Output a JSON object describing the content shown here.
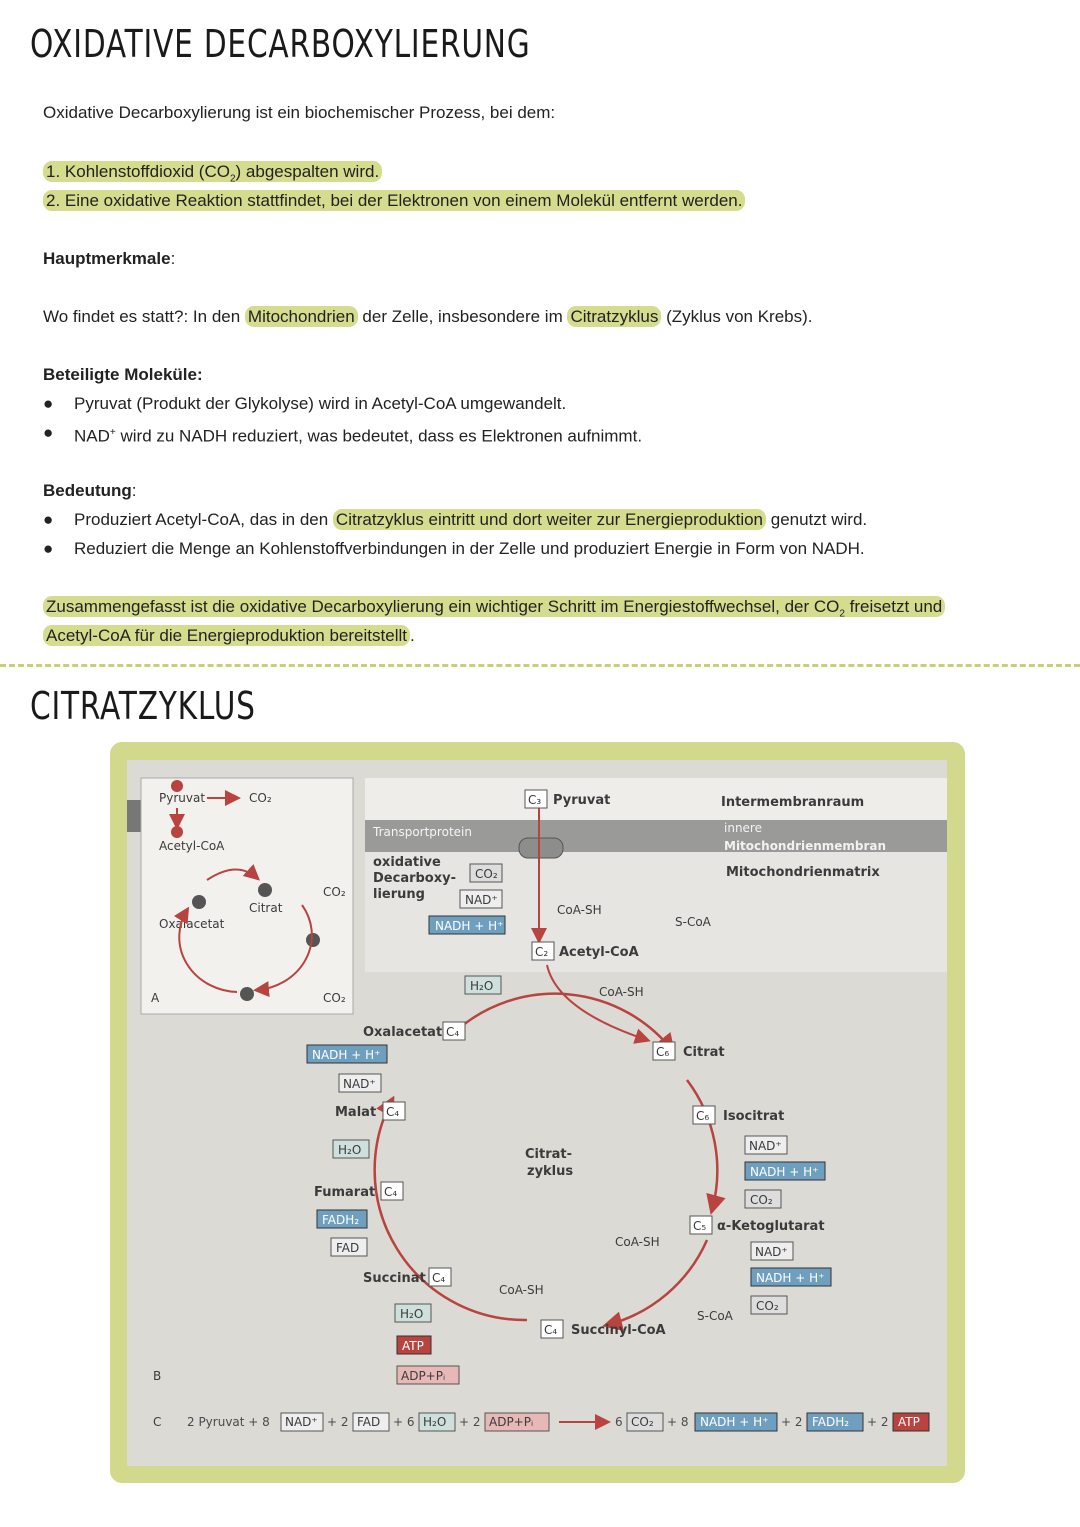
{
  "section1": {
    "heading": "OXIDATIVE DECARBOXYLIERUNG",
    "intro": "Oxidative Decarboxylierung ist ein biochemischer Prozess, bei dem:",
    "step1_a": "1. Kohlenstoffdioxid (CO",
    "step1_sub": "2",
    "step1_b": ") abgespalten wird.",
    "step2": "2. Eine oxidative Reaktion stattfindet, bei der Elektronen von einem Molekül entfernt werden.",
    "features_label": "Hauptmerkmale",
    "where_prefix": "Wo findet es statt?: In den ",
    "where_mito": "Mitochondrien",
    "where_mid": " der Zelle, insbesondere im ",
    "where_citrate": "Citratzyklus",
    "where_suffix": " (Zyklus von Krebs).",
    "molecules_label": "Beteiligte Moleküle:",
    "molecule_1": "Pyruvat (Produkt der Glykolyse) wird in Acetyl-CoA umgewandelt.",
    "molecule_2_a": "NAD",
    "molecule_2_sup": "+",
    "molecule_2_b": " wird zu NADH reduziert, was bedeutet, dass es Elektronen aufnimmt.",
    "significance_label": "Bedeutung",
    "sig_1_a": "Produziert Acetyl-CoA, das in den ",
    "sig_1_hl": "Citratzyklus eintritt und dort weiter zur Energieproduktion",
    "sig_1_b": " genutzt wird.",
    "sig_2": "Reduziert die Menge an Kohlenstoffverbindungen in der Zelle und produziert Energie in Form von NADH.",
    "summary_1_a": "Zusammengefasst ist die oxidative Decarboxylierung ein wichtiger Schritt im Energiestoffwechsel, der CO",
    "summary_1_sub": "2",
    "summary_1_b": " freisetzt und",
    "summary_2": "Acetyl-CoA für die Energieproduktion bereitstellt"
  },
  "section2": {
    "heading": "CITRATZYKLUS"
  },
  "diagram": {
    "inset": {
      "pyruvat": "Pyruvat",
      "acetyl": "Acetyl-CoA",
      "citrat": "Citrat",
      "oxalacetat": "Oxalacetat",
      "co2": "CO₂",
      "label": "A"
    },
    "membrane": {
      "inter": "Intermembranraum",
      "inner1": "innere",
      "inner2": "Mitochondrienmembran",
      "matrix": "Mitochondrienmatrix",
      "transport": "Transportprotein"
    },
    "oxdec": {
      "l1": "oxidative",
      "l2": "Decarboxy-",
      "l3": "lierung"
    },
    "metabolites": {
      "pyruvat": "Pyruvat",
      "acetyl": "Acetyl-CoA",
      "citrat": "Citrat",
      "isocitrat": "Isocitrat",
      "ketoglutarat": "α-Ketoglutarat",
      "succinylcoa": "Succinyl-CoA",
      "succinat": "Succinat",
      "fumarat": "Fumarat",
      "malat": "Malat",
      "oxalacetat": "Oxalacetat"
    },
    "carbons": {
      "c3": "C₃",
      "c2": "C₂",
      "c6": "C₆",
      "c5": "C₅",
      "c4": "C₄"
    },
    "center1": "Citrat-",
    "center2": "zyklus",
    "cofactors": {
      "co2": "CO₂",
      "nad": "NAD⁺",
      "nadh": "NADH + H⁺",
      "h2o": "H₂O",
      "fad": "FAD",
      "fadh2": "FADH₂",
      "atp": "ATP",
      "adp": "ADP+Pᵢ",
      "coash": "CoA-SH",
      "scoa": "S-CoA"
    },
    "labelB": "B",
    "labelC": "C",
    "equation": {
      "l1": "2 Pyruvat + 8",
      "nad": "NAD⁺",
      "p2": "+ 2",
      "fad": "FAD",
      "p6": "+ 6",
      "h2o": "H₂O",
      "p2b": "+ 2",
      "adp": "ADP+Pᵢ",
      "r6": "6",
      "co2": "CO₂",
      "r8": "+ 8",
      "nadh": "NADH + H⁺",
      "r2": "+ 2",
      "fadh2": "FADH₂",
      "r2b": "+ 2",
      "atp": "ATP"
    }
  },
  "colors": {
    "highlight": "#d6dc8e",
    "frame": "#d3d98c",
    "arrow": "#b8433f",
    "nadBox": "#6f9fbf",
    "atpBox": "#b8433f"
  }
}
